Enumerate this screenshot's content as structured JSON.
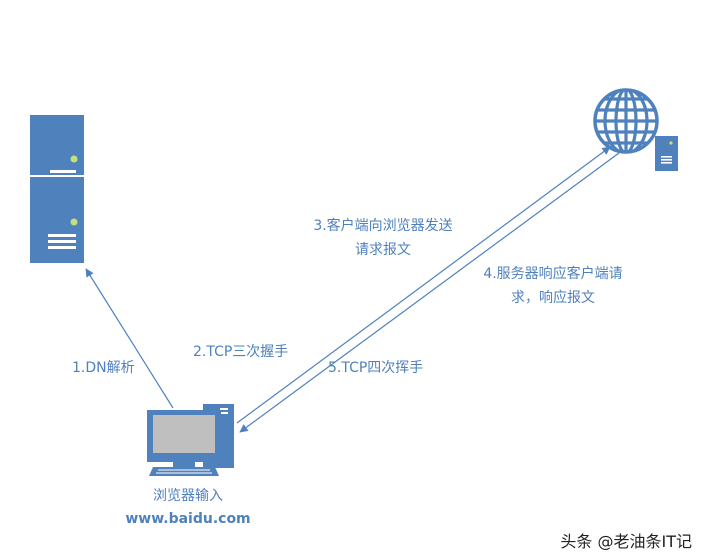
{
  "colors": {
    "accent": "#4f81bd",
    "accent_dark": "#3d6fa8",
    "screen": "#bfbfbf",
    "text": "#4f81bd"
  },
  "icons": {
    "dns_server": "server-icon",
    "web_server": "server-icon",
    "internet": "globe-icon",
    "client": "computer-icon"
  },
  "labels": {
    "step1": "1.DN解析",
    "step2": "2.TCP三次握手",
    "step3_line1": "3.客户端向浏览器发送",
    "step3_line2": "请求报文",
    "step4_line1": "4.服务器响应客户端请",
    "step4_line2": "求，响应报文",
    "step5": "5.TCP四次挥手",
    "browser_input": "浏览器输入",
    "url": "www.baidu.com"
  },
  "watermark": "头条 @老油条IT记"
}
